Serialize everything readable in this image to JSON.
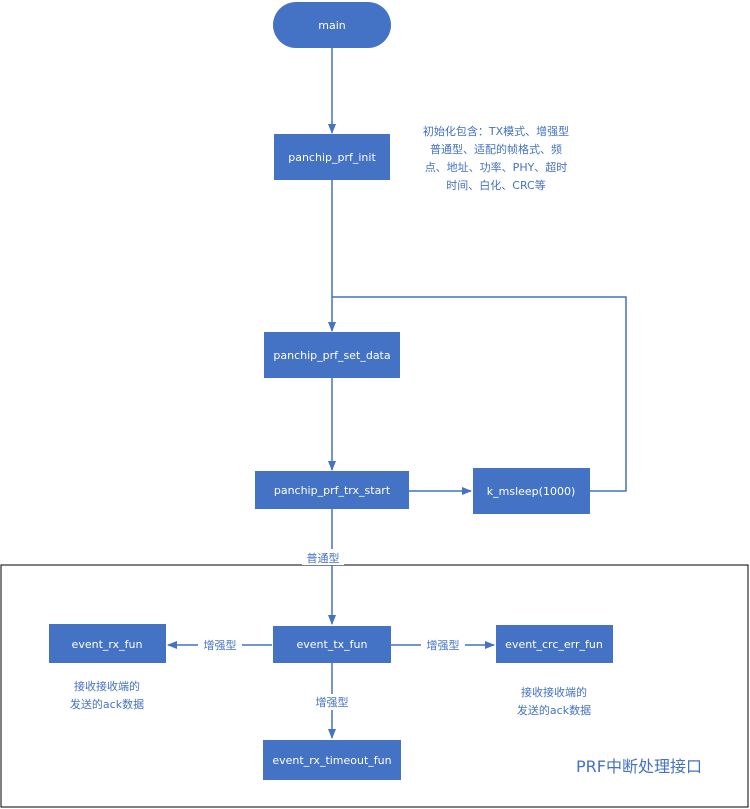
{
  "nodes": {
    "main": "main",
    "init": "panchip_prf_init",
    "set_data": "panchip_prf_set_data",
    "trx_start": "panchip_prf_trx_start",
    "msleep": "k_msleep(1000)",
    "tx_fun": "event_tx_fun",
    "rx_fun": "event_rx_fun",
    "crc_err": "event_crc_err_fun",
    "rx_timeout": "event_rx_timeout_fun"
  },
  "notes": {
    "init_lines": [
      "初始化包含：TX模式、增强型",
      "普通型、适配的帧格式、频",
      "点、地址、功率、PHY、超时",
      "时间、白化、CRC等"
    ],
    "rx_ack_lines": [
      "接收接收端的",
      "发送的ack数据"
    ],
    "crc_ack_lines": [
      "接收接收端的",
      "发送的ack数据"
    ]
  },
  "edge_labels": {
    "normal": "普通型",
    "enhanced_left": "增强型",
    "enhanced_right": "增强型",
    "enhanced_down": "增强型"
  },
  "group": {
    "title": "PRF中断处理接口"
  },
  "colors": {
    "node_fill": "#4472c4",
    "line": "#4472c4",
    "group_border": "#000000"
  }
}
